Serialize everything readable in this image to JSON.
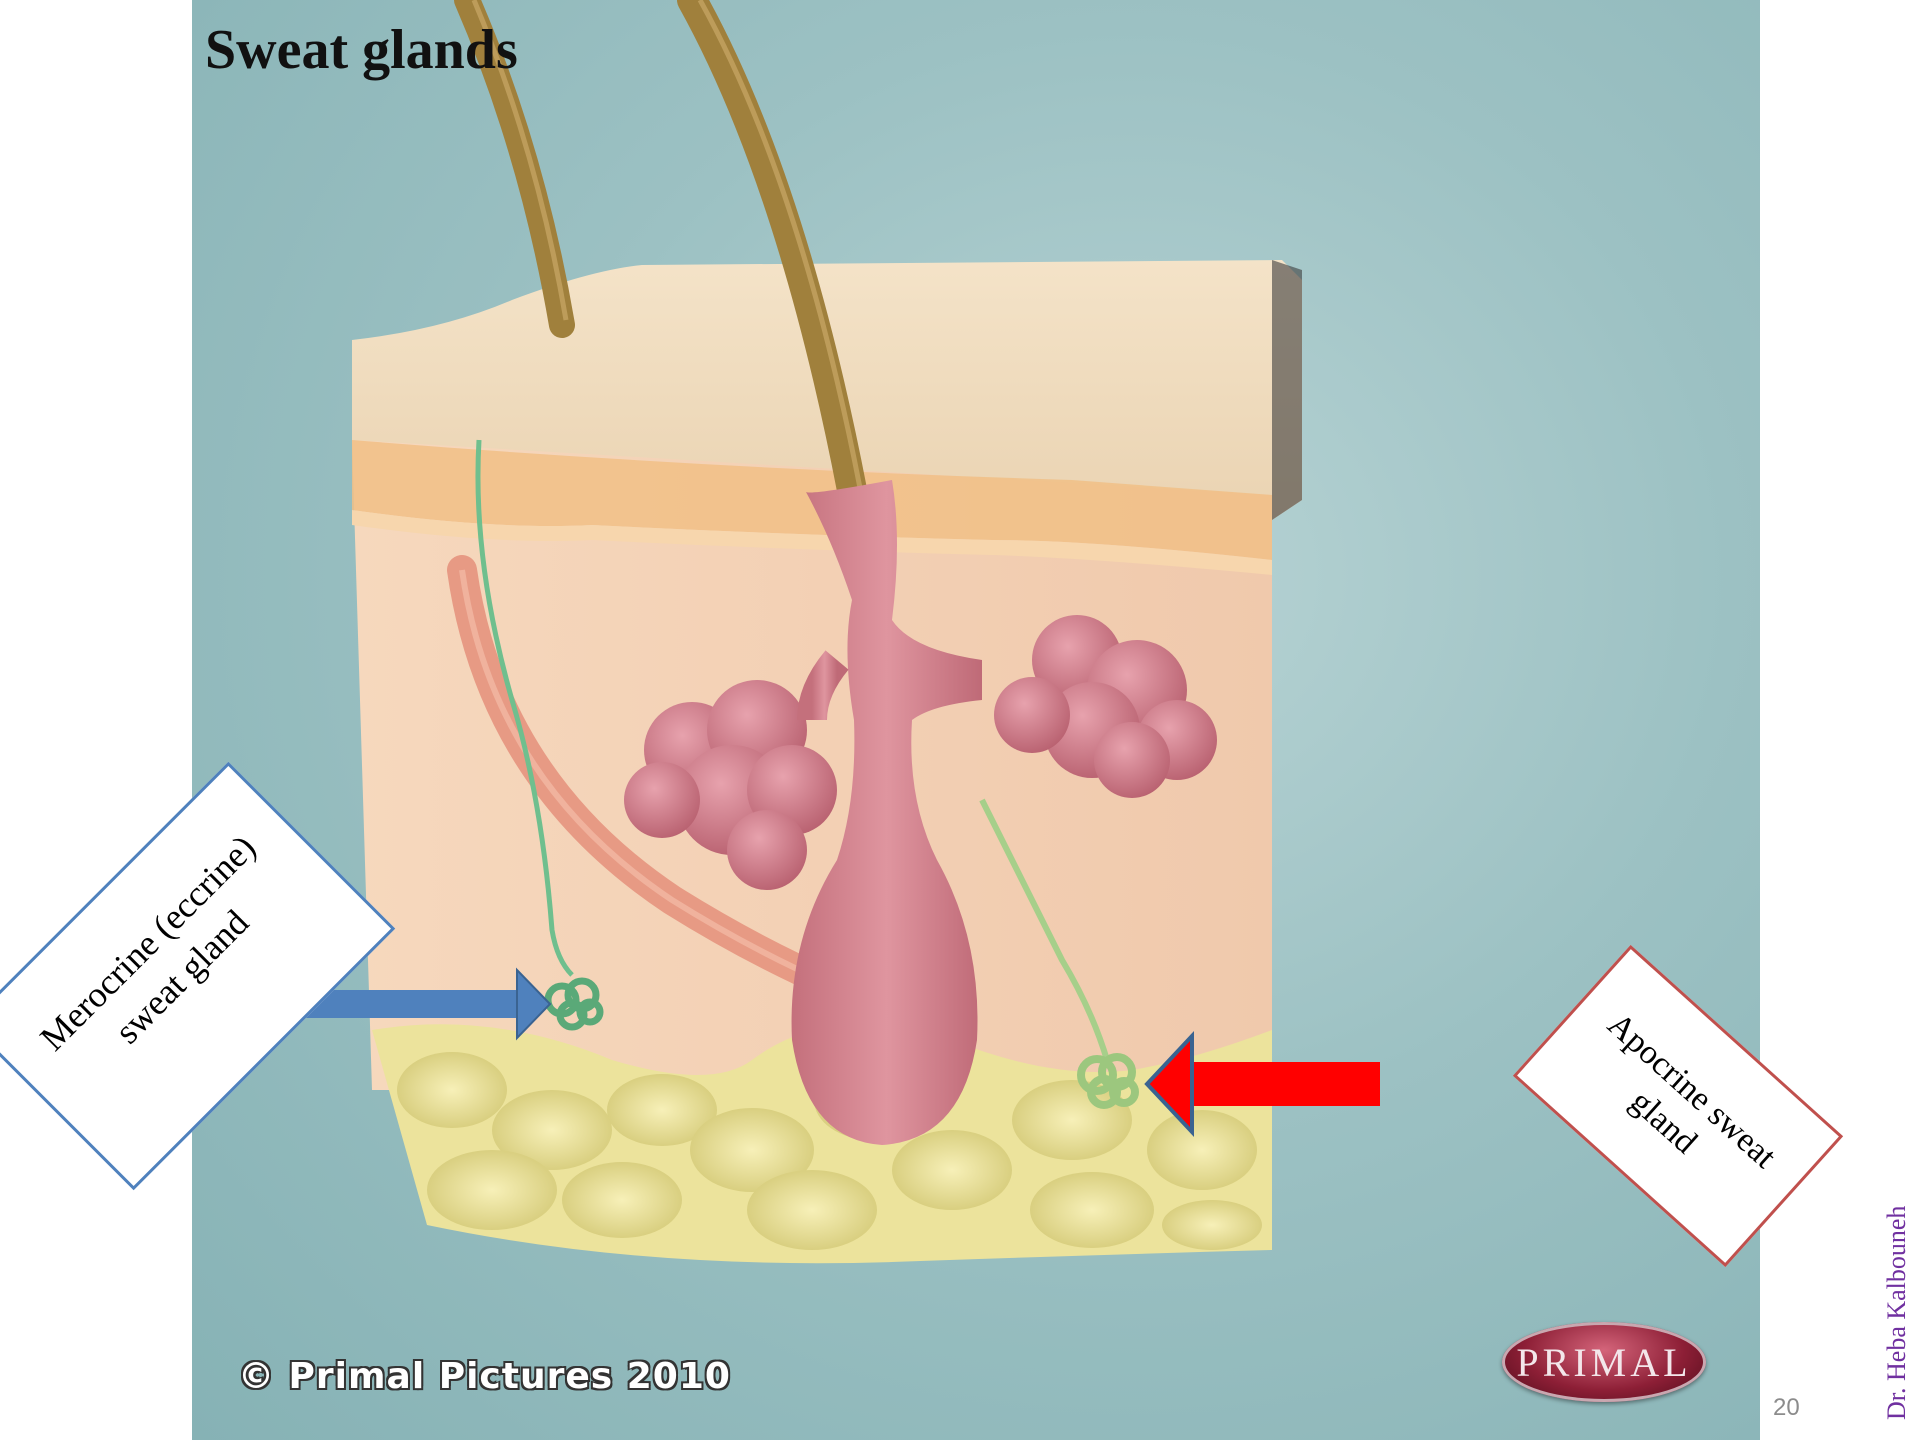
{
  "title": "Sweat glands",
  "labels": {
    "merocrine": "Merocrine (eccrine) sweat gland",
    "apocrine": "Apocrine sweat gland"
  },
  "copyright": "© Primal Pictures 2010",
  "logo_text": "PRIMAL",
  "page_number": "20",
  "author": "Dr. Heba Kalbouneh",
  "colors": {
    "background": "#9cc1c3",
    "epidermis": "#f0d9b8",
    "dermis": "#f3cdb0",
    "fat": "#efe6a2",
    "follicle": "#d9868f",
    "hair": "#a0803c",
    "sweat_duct": "#6fbf8e",
    "muscle": "#e79a84",
    "arrow_merocrine": "#4f81bd",
    "arrow_apocrine": "#ff0000",
    "callout_merocrine_border": "#4f81bd",
    "callout_apocrine_border": "#c0504d",
    "author_text": "#7030a0"
  }
}
